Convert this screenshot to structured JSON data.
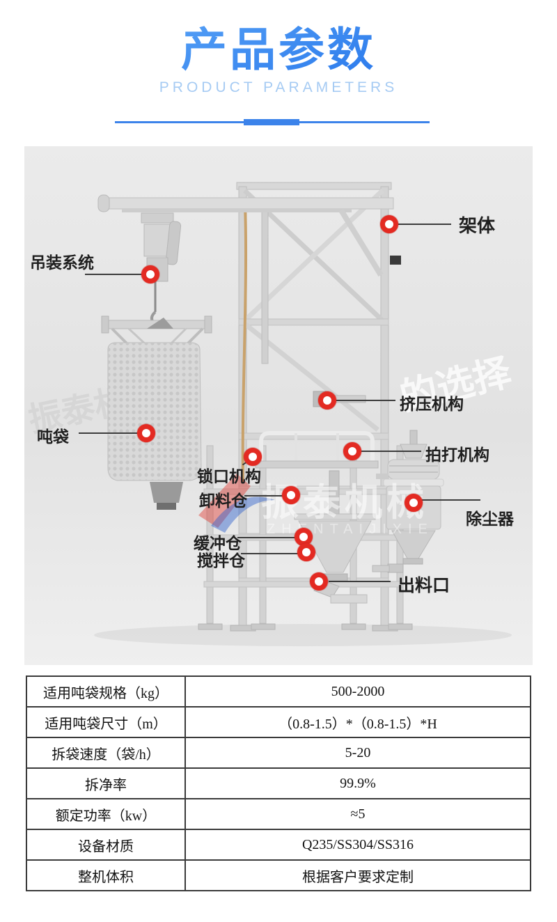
{
  "header": {
    "title": "产品参数",
    "subtitle": "PRODUCT PARAMETERS"
  },
  "colors": {
    "title_gradient_start": "#5fa9f8",
    "title_gradient_end": "#1f6fe9",
    "subtitle_blue": "#a6cbf3",
    "divider_blue": "#3c83ea",
    "marker_red": "#e32a22",
    "label_text": "#1f1f1f",
    "diagram_bg": "#e6e6e6"
  },
  "diagram": {
    "watermarks": {
      "brand": "振泰机械",
      "brand_sub": "ZHENTAIJIXIE",
      "diagonal_left": "振泰机械—",
      "diagonal_right": "的选择"
    },
    "labels": [
      {
        "id": "jiati",
        "text": "架体"
      },
      {
        "id": "diaozhuang",
        "text": "吊装系统"
      },
      {
        "id": "jiya",
        "text": "挤压机构"
      },
      {
        "id": "dundai",
        "text": "吨袋"
      },
      {
        "id": "paida",
        "text": "拍打机构"
      },
      {
        "id": "suokou",
        "text": "锁口机构"
      },
      {
        "id": "xieliao",
        "text": "卸料仓"
      },
      {
        "id": "chuchen",
        "text": "除尘器"
      },
      {
        "id": "huanchong",
        "text": "缓冲仓"
      },
      {
        "id": "jiaoban",
        "text": "搅拌仓"
      },
      {
        "id": "chuliao",
        "text": "出料口"
      }
    ]
  },
  "table": {
    "rows": [
      {
        "param": "适用吨袋规格（kg）",
        "value": "500-2000"
      },
      {
        "param": "适用吨袋尺寸（m）",
        "value": "（0.8-1.5）*（0.8-1.5）*H"
      },
      {
        "param": "拆袋速度（袋/h）",
        "value": "5-20"
      },
      {
        "param": "拆净率",
        "value": "99.9%"
      },
      {
        "param": "额定功率（kw）",
        "value": "≈5"
      },
      {
        "param": "设备材质",
        "value": "Q235/SS304/SS316"
      },
      {
        "param": "整机体积",
        "value": "根据客户要求定制"
      }
    ]
  }
}
